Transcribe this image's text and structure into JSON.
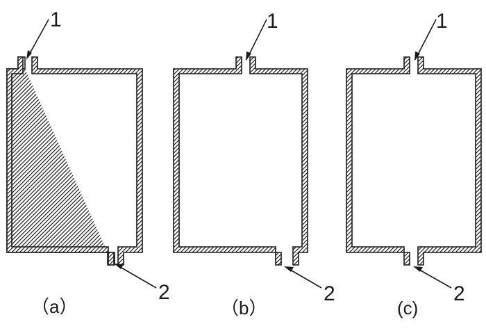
{
  "diagram": {
    "panels": [
      {
        "id": "a",
        "caption": "（a）",
        "inlet_label": "1",
        "outlet_label": "2"
      },
      {
        "id": "b",
        "caption": "（b）",
        "inlet_label": "1",
        "outlet_label": "2"
      },
      {
        "id": "c",
        "caption": "(c)",
        "inlet_label": "1",
        "outlet_label": "2"
      }
    ]
  }
}
